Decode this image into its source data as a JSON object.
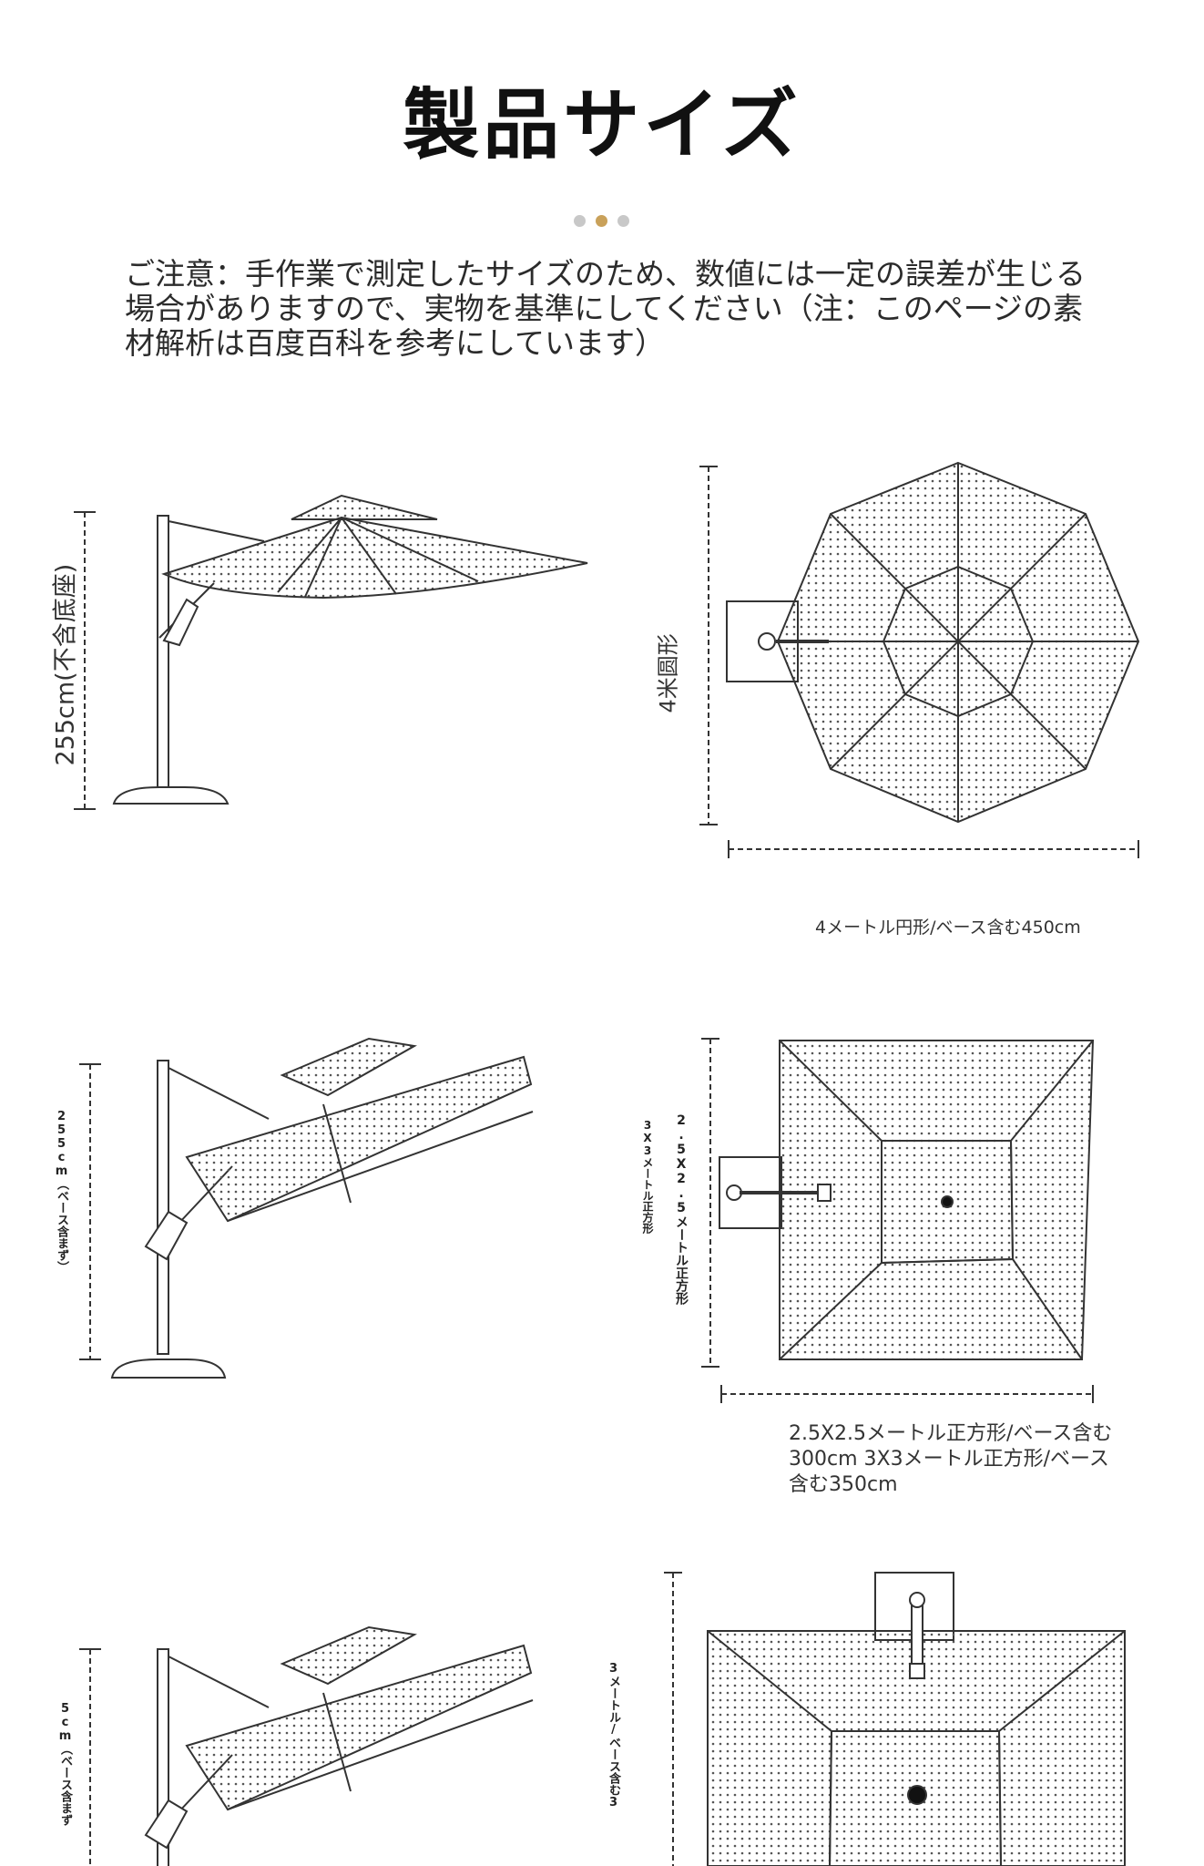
{
  "page": {
    "title": "製品サイズ",
    "notice": "ご注意：手作業で測定したサイズのため、数値には一定の誤差が生じる場合がありますので、実物を基準にしてください（注：このページの素材解析は百度百科を参考にしています）"
  },
  "carousel": {
    "count": 3,
    "active_index": 1
  },
  "section1": {
    "height_label": "255cm(不含底座)",
    "diameter_label": "4米圆形",
    "caption": "4メートル円形/ベース含む450cm"
  },
  "section2": {
    "height_label": "255cm（ベース含まず）",
    "side_label_a": "3X3メートル正方形",
    "side_label_b": "2.5X2.5メートル正方形",
    "caption": "2.5X2.5メートル正方形/ベース含む300cm 3X3メートル正方形/ベース含む350cm"
  },
  "section3": {
    "height_label": "5cm（ベース含まず",
    "side_label": "3メートル/ベース含む3"
  },
  "colors": {
    "line": "#333333",
    "dot_active": "#c9a15a",
    "dot_inactive": "#c8c8c8"
  }
}
